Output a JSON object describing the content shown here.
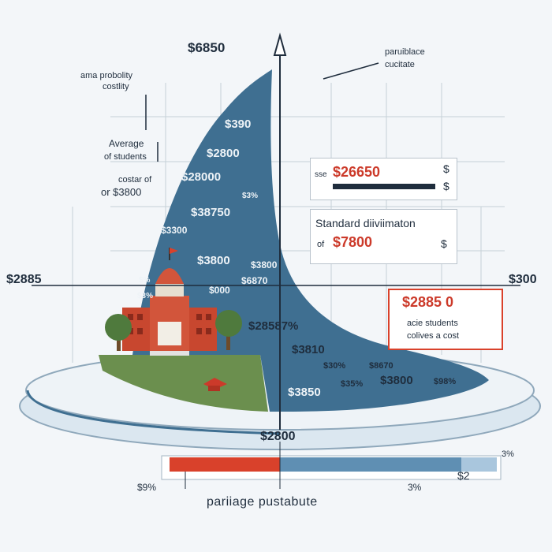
{
  "colors": {
    "background": "#f3f6f9",
    "curve_fill": "#3f6f91",
    "accent_red": "#d9412b",
    "ink": "#1f2d3d",
    "grass": "#6b8f4e",
    "light_blue": "#a9c6dd"
  },
  "top_value": "$6850",
  "left_note": {
    "line1": "ama probolity",
    "line2": "costlity"
  },
  "left_average": {
    "line1": "Average",
    "line2": "of students"
  },
  "left_cost": {
    "line1": "costar of",
    "line2": "or $3800"
  },
  "top_right_note": {
    "line1": "paruiblace",
    "line2": "cucitate"
  },
  "left_axis_value": "$2885",
  "right_axis_value": "$300",
  "mean_box": {
    "prefix": "sse",
    "value": "$26650",
    "dollar1": "$",
    "dollar2": "$"
  },
  "std_box": {
    "title": "Standard diiviimaton",
    "prefix": "of",
    "value": "$7800",
    "dollar": "$"
  },
  "red_box": {
    "value": "$2885 0",
    "line2": "acie students",
    "line3": "colives a cost"
  },
  "fill_labels": [
    "$390",
    "$2800",
    "$28000",
    "$3%",
    "$38750",
    "$3300",
    "$3800",
    "$3800",
    "$6870",
    "$%",
    "$000",
    "$3%"
  ],
  "curve_labels": [
    "$28587%",
    "$3810",
    "$30%",
    "$8670",
    "$35%",
    "$3800",
    "$98%",
    "$3850"
  ],
  "bottom_axis_value": "$2800",
  "bar_labels": {
    "left": "$9%",
    "middle": "3%",
    "right_top": "3%",
    "right_bottom": "$2"
  },
  "footer": "pariiage pustabute",
  "icons": [
    "capitol-building-icon",
    "tree-icon",
    "graduation-cap-icon",
    "arrow-up-icon"
  ]
}
